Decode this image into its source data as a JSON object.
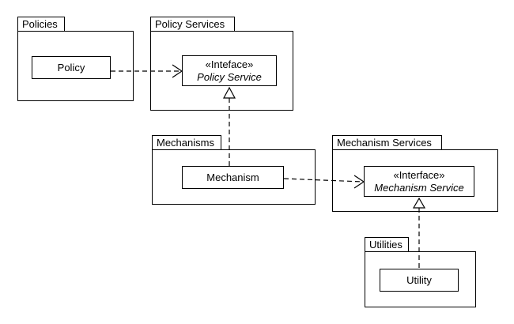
{
  "diagram": {
    "kind": "uml-package-diagram",
    "background_color": "#ffffff",
    "line_color": "#000000",
    "packages": [
      {
        "label": "Policies",
        "classes": [
          {
            "name": "Policy"
          }
        ]
      },
      {
        "label": "Policy Services",
        "classes": [
          {
            "stereotype": "«Inteface»",
            "name": "Policy Service"
          }
        ]
      },
      {
        "label": "Mechanisms",
        "classes": [
          {
            "name": "Mechanism"
          }
        ]
      },
      {
        "label": "Mechanism Services",
        "classes": [
          {
            "stereotype": "«Interface»",
            "name": "Mechanism Service"
          }
        ]
      },
      {
        "label": "Utilities",
        "classes": [
          {
            "name": "Utility"
          }
        ]
      }
    ],
    "relations": [
      {
        "type": "dependency",
        "from": "Policy",
        "to": "Policy Service",
        "line": "dashed",
        "head": "open-arrow"
      },
      {
        "type": "realization",
        "from": "Mechanism",
        "to": "Policy Service",
        "line": "dashed",
        "head": "hollow-triangle"
      },
      {
        "type": "dependency",
        "from": "Mechanism",
        "to": "Mechanism Service",
        "line": "dashed",
        "head": "open-arrow"
      },
      {
        "type": "realization",
        "from": "Utility",
        "to": "Mechanism Service",
        "line": "dashed",
        "head": "hollow-triangle"
      }
    ]
  }
}
